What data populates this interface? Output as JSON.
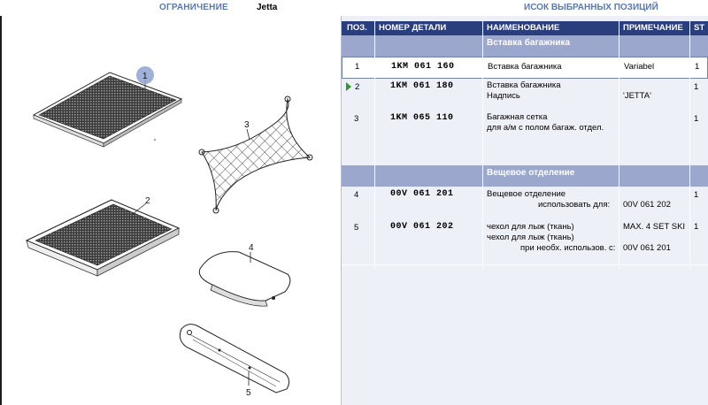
{
  "left_header": {
    "label": "ОГРАНИЧЕНИЕ",
    "model": "Jetta"
  },
  "right_header": {
    "title": "ИСОК ВЫБРАННЫХ ПОЗИЦИЙ"
  },
  "columns": {
    "pos": "ПОЗ.",
    "part": "НОМЕР ДЕТАЛИ",
    "name": "НАИМЕНОВАНИЕ",
    "note": "ПРИМЕЧАНИЕ",
    "st": "ST"
  },
  "groups": {
    "g1": "Вставка багажника",
    "g2": "Вещевое отделение"
  },
  "rows": [
    {
      "pos": "1",
      "part": "1KM 061 160",
      "name1": "Вставка багажника",
      "name2": "",
      "name3": "",
      "note1": "Variabel",
      "note2": "",
      "note3": "",
      "st": "1"
    },
    {
      "pos": "2",
      "part": "1KM 061 180",
      "name1": "Вставка багажника",
      "name2": "Надпись",
      "name3": "",
      "note1": "",
      "note2": "'JETTA'",
      "note3": "",
      "st": "1"
    },
    {
      "pos": "3",
      "part": "1KM 065 110",
      "name1": "Багажная сетка",
      "name2": "для а/м с полом багаж. отдел.",
      "name3": "",
      "note1": "",
      "note2": "",
      "note3": "",
      "st": "1"
    },
    {
      "pos": "4",
      "part": "00V 061 201",
      "name1": "Вещевое отделение",
      "name2": "использовать для:",
      "name3": "",
      "note1": "",
      "note2": "00V 061 202",
      "note3": "",
      "st": "1"
    },
    {
      "pos": "5",
      "part": "00V 061 202",
      "name1": "чехол для лыж (ткань)",
      "name2": "чехол для лыж (ткань)",
      "name3": "при необх. использов. с:",
      "note1": "MAX. 4 SET SKI",
      "note2": "",
      "note3": "00V 061 201",
      "st": "1"
    }
  ],
  "callouts": [
    "1",
    "2",
    "3",
    "4",
    "5"
  ],
  "colors": {
    "header_bg": "#2a3d7d",
    "band_bg": "#9ba7cc",
    "row_bg": "#eef0f7",
    "title_text": "#5a78b0",
    "marker": "#2c9a2c"
  }
}
